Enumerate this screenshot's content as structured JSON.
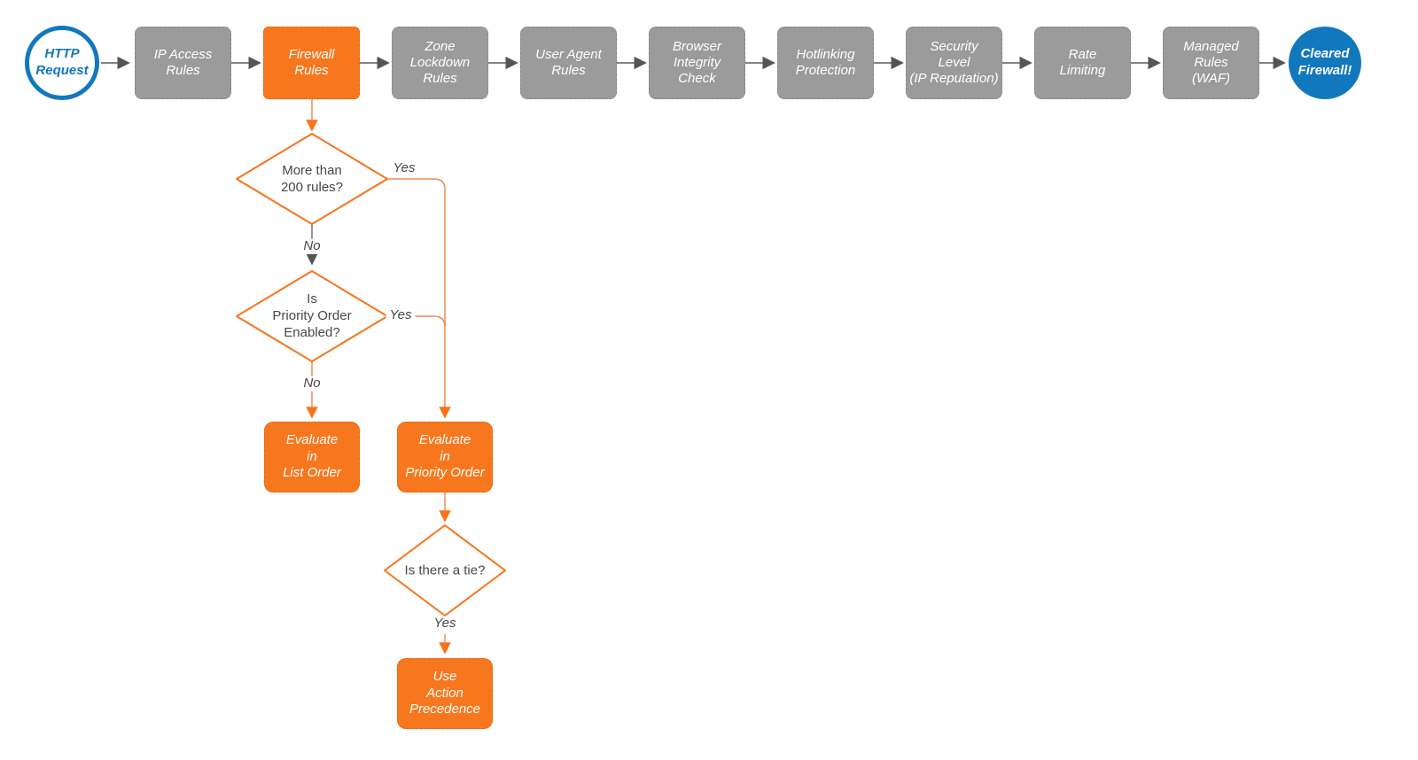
{
  "colors": {
    "orange": "#f7771e",
    "blue": "#1178be",
    "gray_node": "#9b9b9b",
    "gray_line": "#5a5a5a",
    "orange_line": "#f08a52"
  },
  "flow": {
    "start": {
      "label": "HTTP\nRequest"
    },
    "pipeline": [
      {
        "label": "IP Access\nRules"
      },
      {
        "label": "Firewall\nRules"
      },
      {
        "label": "Zone\nLockdown\nRules"
      },
      {
        "label": "User Agent\nRules"
      },
      {
        "label": "Browser\nIntegrity\nCheck"
      },
      {
        "label": "Hotlinking\nProtection"
      },
      {
        "label": "Security\nLevel\n(IP Reputation)"
      },
      {
        "label": "Rate\nLimiting"
      },
      {
        "label": "Managed\nRules\n(WAF)"
      }
    ],
    "end": {
      "label": "Cleared\nFirewall!"
    },
    "decisions": [
      {
        "label": "More than\n200 rules?",
        "yes": "Yes",
        "no": "No"
      },
      {
        "label": "Is\nPriority Order\nEnabled?",
        "yes": "Yes",
        "no": "No"
      },
      {
        "label": "Is there a tie?",
        "yes": "Yes"
      }
    ],
    "actions": [
      {
        "label": "Evaluate\nin\nList Order"
      },
      {
        "label": "Evaluate\nin\nPriority Order"
      },
      {
        "label": "Use\nAction\nPrecedence"
      }
    ]
  }
}
